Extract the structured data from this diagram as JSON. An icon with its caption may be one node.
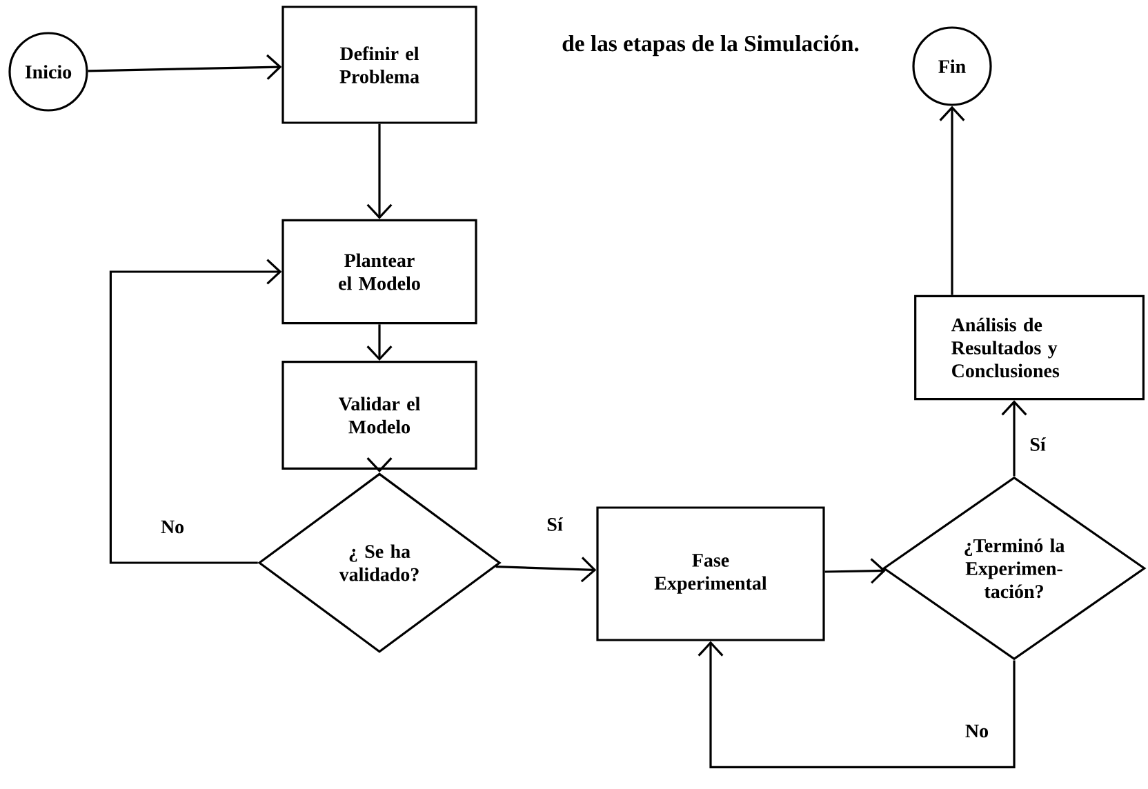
{
  "diagram": {
    "title": "de las etapas de la Simulación.",
    "nodes": [
      {
        "text": [
          "Inicio"
        ]
      },
      {
        "text": [
          "Definir el Problema"
        ]
      },
      {
        "text": [
          "Plantear el Modelo"
        ]
      },
      {
        "text": [
          "Validar el Modelo"
        ]
      },
      {
        "text": [
          "¿ Se ha validado?"
        ]
      },
      {
        "text": [
          "Fase Experimental"
        ]
      },
      {
        "text": [
          "¿Terminó la Experimen- tación?"
        ]
      },
      {
        "text": [
          "Análisis de Resultados y Conclusiones"
        ]
      },
      {
        "text": [
          "Fin"
        ]
      }
    ],
    "edges": [
      {
        "from": 0,
        "to": 1,
        "arrow": "to"
      },
      {
        "from": 1,
        "to": 2,
        "arrow": "to"
      },
      {
        "from": 2,
        "to": 3,
        "arrow": "to"
      },
      {
        "from": 3,
        "to": 4,
        "arrow": "to"
      },
      {
        "from": 4,
        "to": 2,
        "arrow": "to",
        "label": "No"
      },
      {
        "from": 4,
        "to": 5,
        "arrow": "to",
        "label": "Sí"
      },
      {
        "from": 5,
        "to": 6,
        "arrow": "to"
      },
      {
        "from": 6,
        "to": 5,
        "arrow": "to",
        "label": "No"
      },
      {
        "from": 6,
        "to": 7,
        "arrow": "to",
        "label": "Sí"
      },
      {
        "from": 7,
        "to": 8,
        "arrow": "to"
      }
    ]
  }
}
